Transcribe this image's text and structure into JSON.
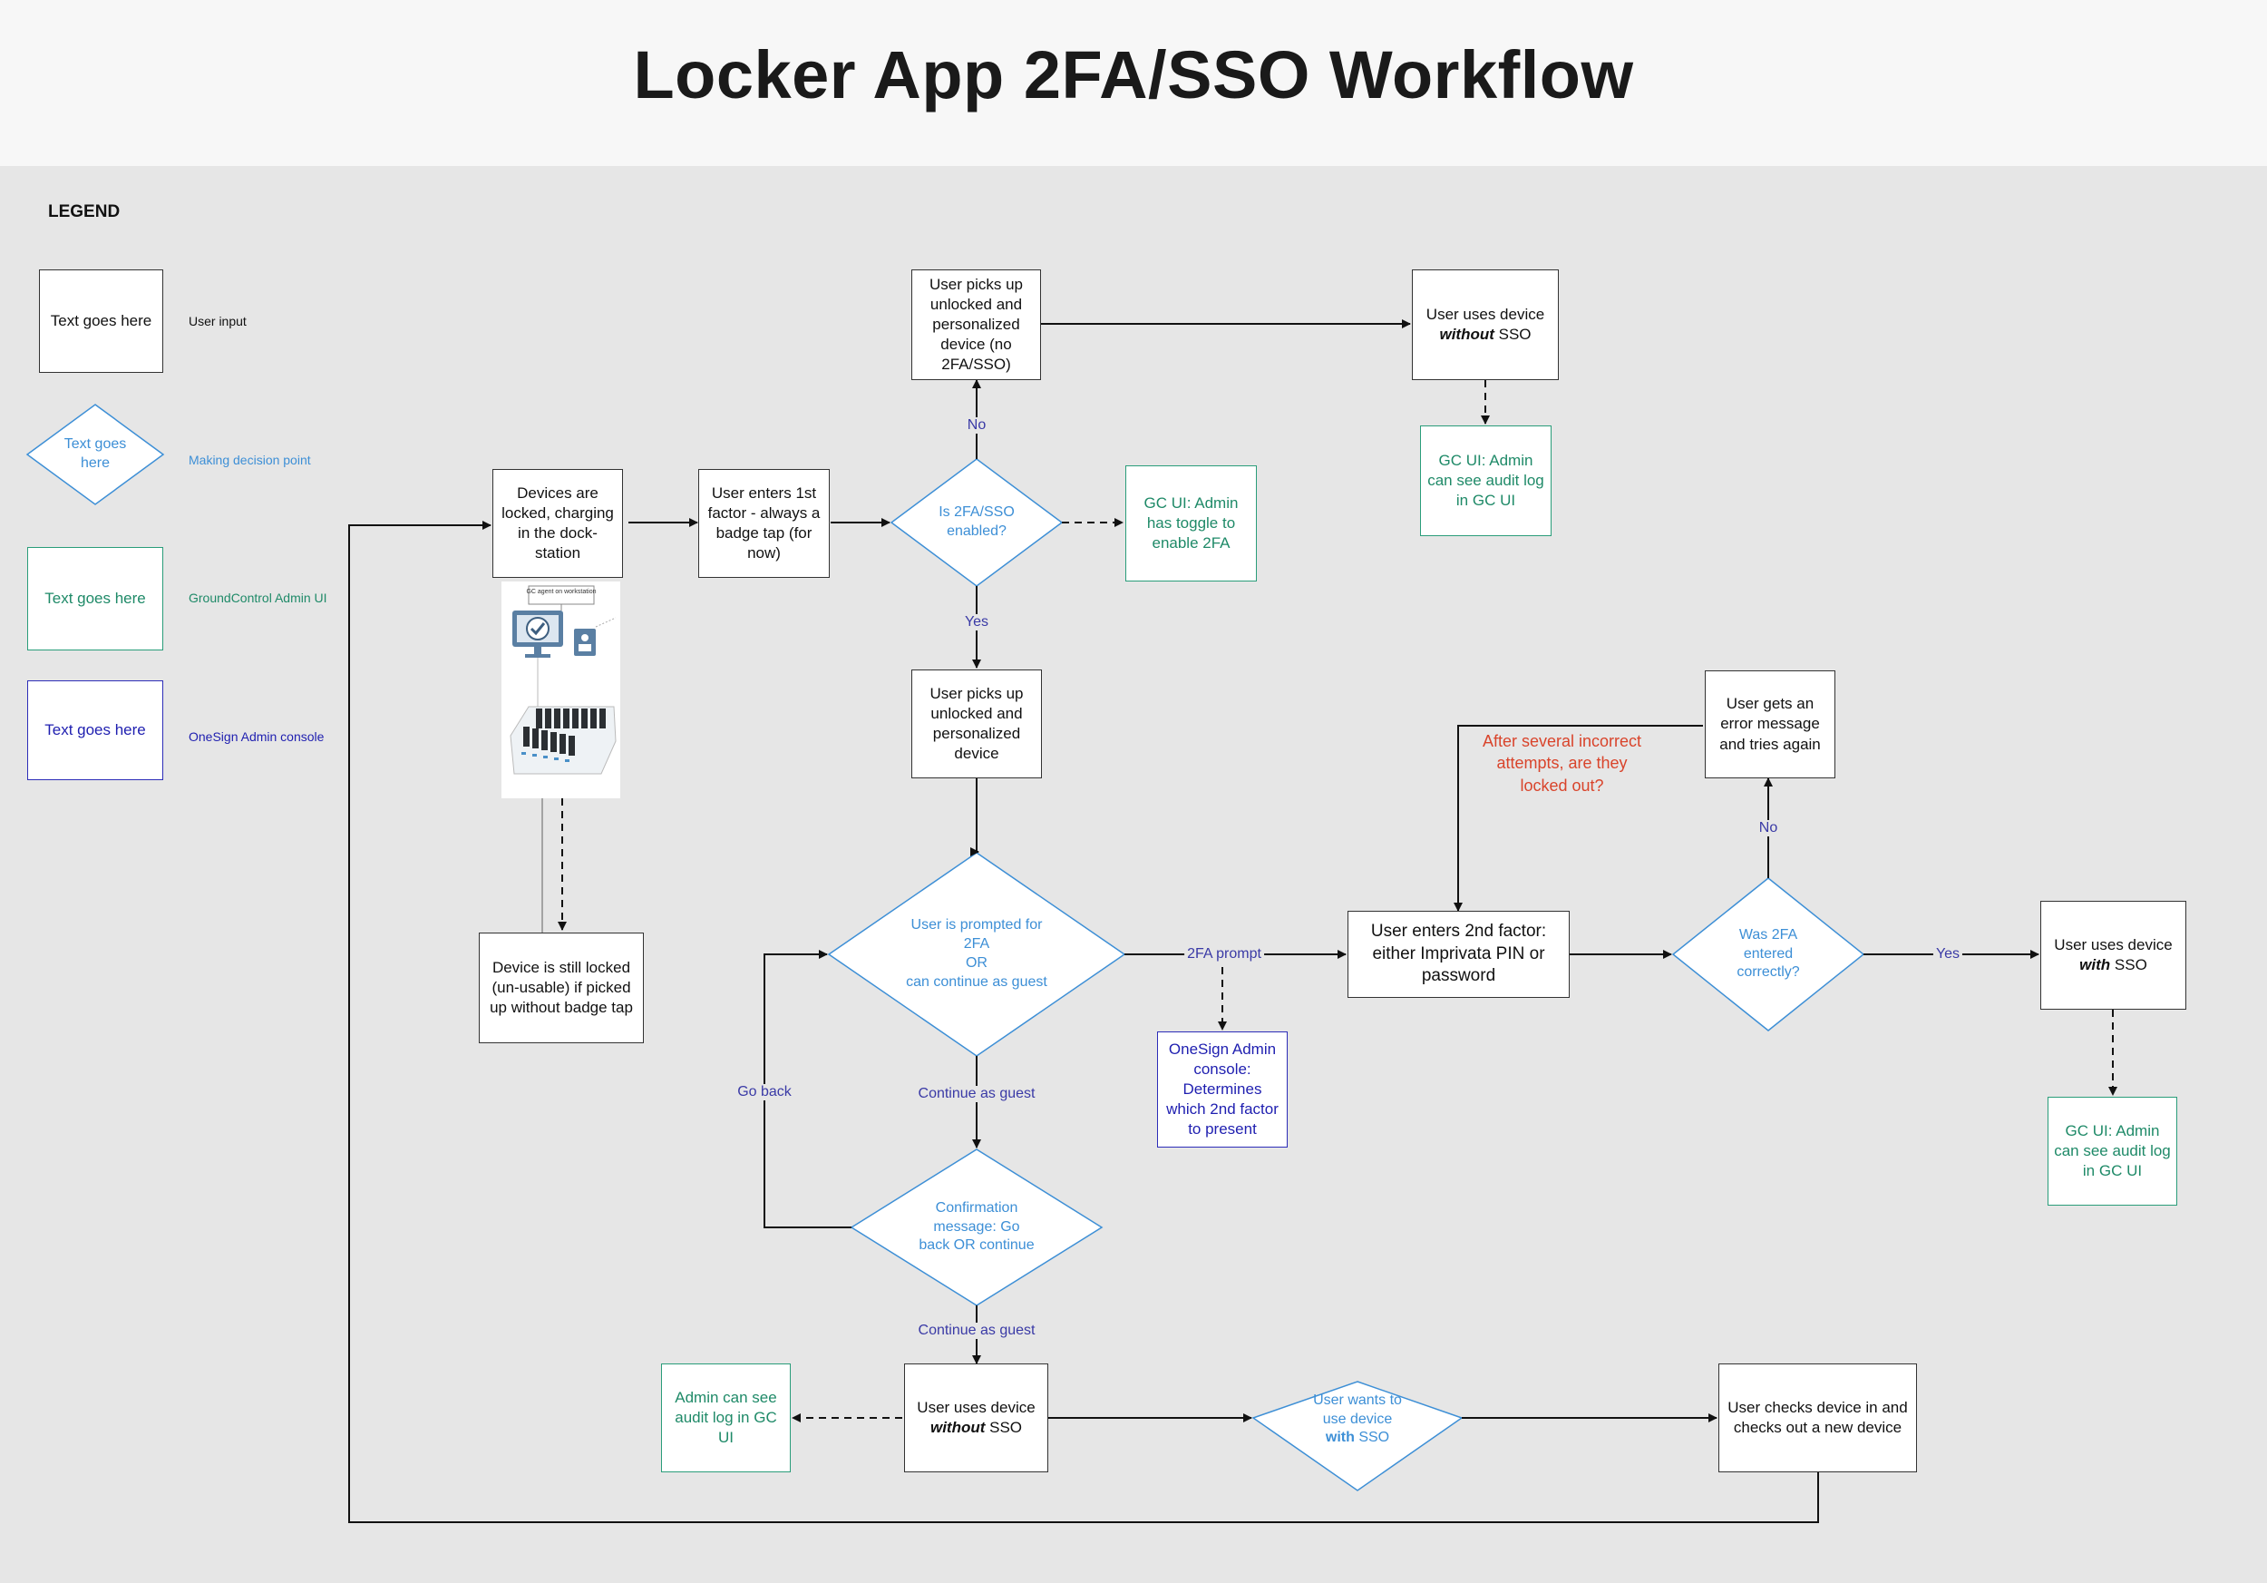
{
  "title": "Locker App 2FA/SSO Workflow",
  "legend": {
    "title": "LEGEND",
    "items": [
      {
        "sample": "Text goes here",
        "desc": "User input"
      },
      {
        "sample": "Text goes here",
        "desc": "Making decision point"
      },
      {
        "sample": "Text goes here",
        "desc": "GroundControl Admin UI"
      },
      {
        "sample": "Text goes here",
        "desc": "OneSign Admin console"
      }
    ]
  },
  "colors": {
    "user_input": "#111111",
    "decision": "#3d8fd6",
    "groundcontrol": "#1f8a68",
    "onesign": "#1f1fb0",
    "warning": "#d9442b"
  },
  "nodes": {
    "devices_locked": "Devices are locked, charging in the dock-station",
    "enter_first_factor": "User enters 1st factor - always a badge tap (for now)",
    "is_2fa_enabled": "Is 2FA/SSO enabled?",
    "gc_toggle": "GC UI: Admin has toggle to enable 2FA",
    "pickup_no_sso": "User picks up unlocked and personalized device (no 2FA/SSO)",
    "uses_without_sso_top": "User uses device without SSO",
    "audit_top": "GC UI: Admin can see audit log in GC UI",
    "pickup_personalized": "User picks up unlocked and personalized device",
    "still_locked": "Device is still locked (un-usable) if picked up without badge tap",
    "prompted": [
      "User is prompted for",
      "2FA",
      "OR",
      "can continue as guest"
    ],
    "onesign_console": "OneSign Admin console: Determines which 2nd factor to present",
    "enter_second_factor": "User enters 2nd factor: either Imprivata PIN or password",
    "was_2fa_correct": "Was 2FA entered correctly?",
    "error_retry": "User gets an error message and tries again",
    "locked_out_question": "After several incorrect attempts, are they locked out?",
    "uses_with_sso": "User uses device with SSO",
    "audit_right": "GC UI: Admin can see audit log in GC UI",
    "confirmation": "Confirmation message: Go back OR continue",
    "uses_without_sso_bottom": "User uses device without SSO",
    "audit_bottom": "Admin can see audit log in GC UI",
    "wants_sso": "User wants to use device with SSO",
    "checks_in": "User checks device in and checks out a new device"
  },
  "edge_labels": {
    "no_top": "No",
    "yes_down": "Yes",
    "two_fa_prompt": "2FA prompt",
    "no_right": "No",
    "yes_right": "Yes",
    "continue_guest_1": "Continue as guest",
    "continue_guest_2": "Continue as guest",
    "go_back": "Go back"
  },
  "photo": {
    "caption": "GC agent on workstation"
  }
}
